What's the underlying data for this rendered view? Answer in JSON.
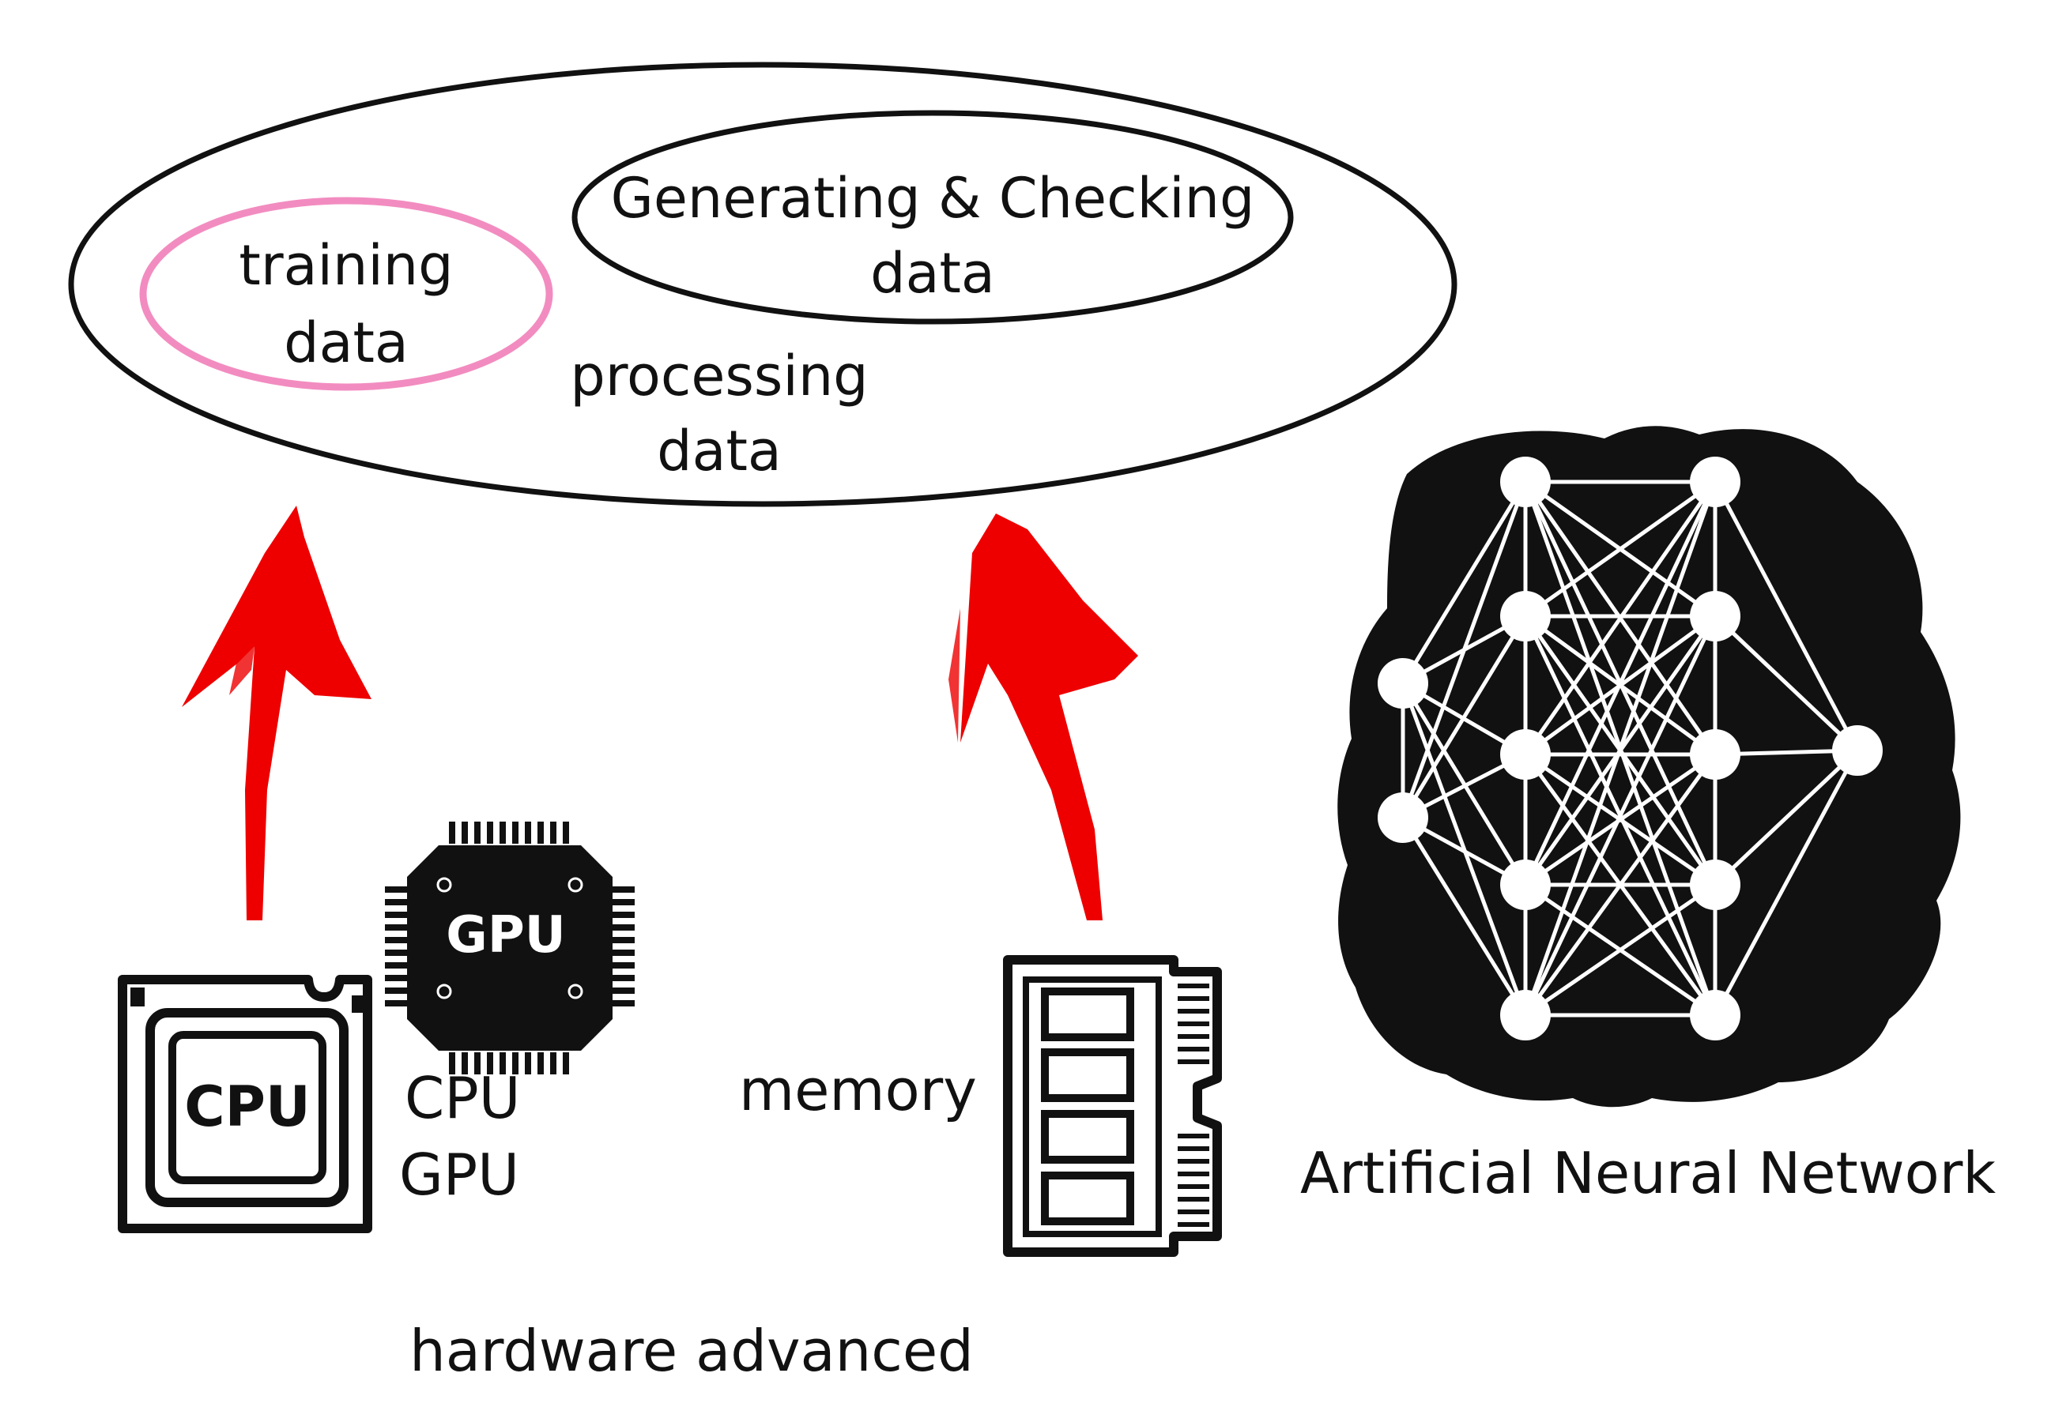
{
  "diagram": {
    "outer_ellipse_label": {
      "line1": "processing",
      "line2": "data"
    },
    "training_label": {
      "line1": "training",
      "line2": "data"
    },
    "generating_label": {
      "line1": "Generating & Checking",
      "line2": "data"
    },
    "cpu_chip_label": "CPU",
    "gpu_chip_label": "GPU",
    "cpu_gpu_caption": {
      "line1": "CPU",
      "line2": "GPU"
    },
    "memory_caption": "memory",
    "ann_caption": "Artificial Neural Network",
    "footer_caption": "hardware advanced"
  },
  "colors": {
    "arrow": "#ee0000",
    "training_ring": "#f28cc0",
    "ink": "#111111"
  },
  "icons": [
    "cpu-chip-icon",
    "gpu-chip-icon",
    "memory-module-icon",
    "brain-network-icon",
    "up-arrow-icon"
  ]
}
